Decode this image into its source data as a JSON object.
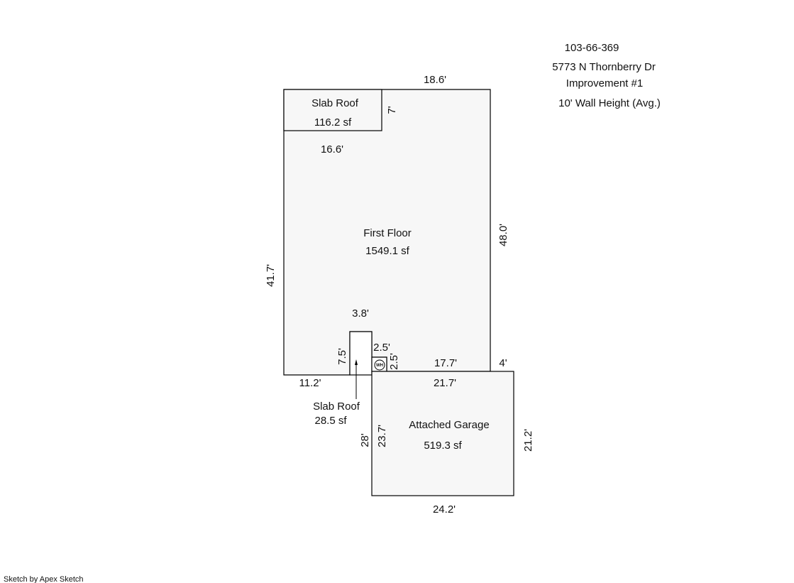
{
  "header": {
    "parcel_id": "103-66-369",
    "address": "5773 N Thornberry Dr",
    "improvement": "Improvement #1",
    "wall_height": "10' Wall Height (Avg.)"
  },
  "areas": {
    "slab_roof_top": {
      "name": "Slab Roof",
      "area": "116.2 sf"
    },
    "first_floor": {
      "name": "First Floor",
      "area": "1549.1 sf"
    },
    "slab_roof_small": {
      "name": "Slab Roof",
      "area": "28.5 sf"
    },
    "garage": {
      "name": "Attached Garage",
      "area": "519.3 sf"
    }
  },
  "dimensions": {
    "top_width": "18.6'",
    "slab_depth": "7'",
    "slab_width": "16.6'",
    "right_height": "48.0'",
    "left_height": "41.7'",
    "notch_width": "3.8'",
    "notch_depth": "7.5'",
    "wh_width": "2.5'",
    "wh_depth": "2.5'",
    "bottom_right_run": "17.7'",
    "offset": "4'",
    "bottom_left_run": "11.2'",
    "garage_top": "21.7'",
    "garage_right": "21.2'",
    "garage_left_outer": "28'",
    "garage_left_inner": "23.7'",
    "garage_bottom": "24.2'"
  },
  "symbols": {
    "water_heater": "WH"
  },
  "footer": {
    "credit": "Sketch by Apex Sketch"
  }
}
